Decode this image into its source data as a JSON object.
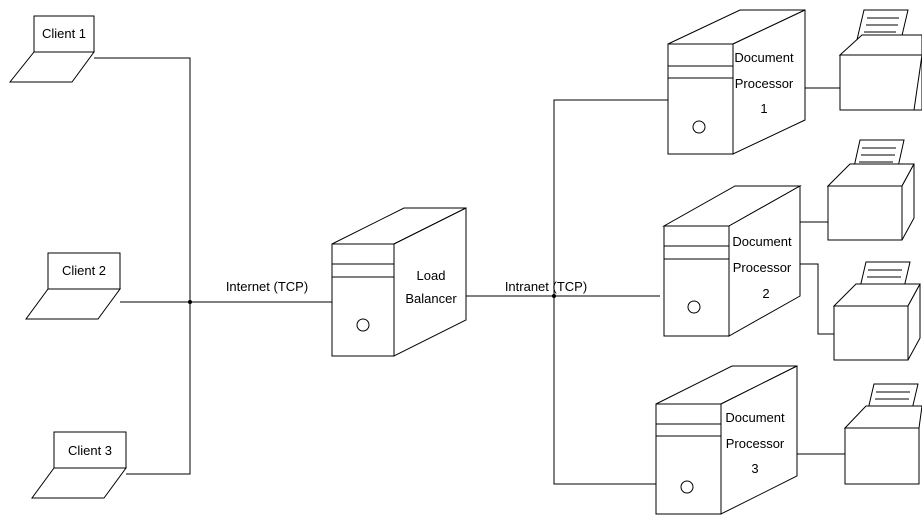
{
  "clients": [
    {
      "label": "Client 1"
    },
    {
      "label": "Client 2"
    },
    {
      "label": "Client 3"
    }
  ],
  "load_balancer": {
    "line1": "Load",
    "line2": "Balancer"
  },
  "links": {
    "internet": "Internet (TCP)",
    "intranet": "Intranet (TCP)"
  },
  "processors": [
    {
      "line1": "Document",
      "line2": "Processor",
      "line3": "1"
    },
    {
      "line1": "Document",
      "line2": "Processor",
      "line3": "2"
    },
    {
      "line1": "Document",
      "line2": "Processor",
      "line3": "3"
    }
  ],
  "colors": {
    "stroke": "#000000",
    "background": "#ffffff"
  }
}
